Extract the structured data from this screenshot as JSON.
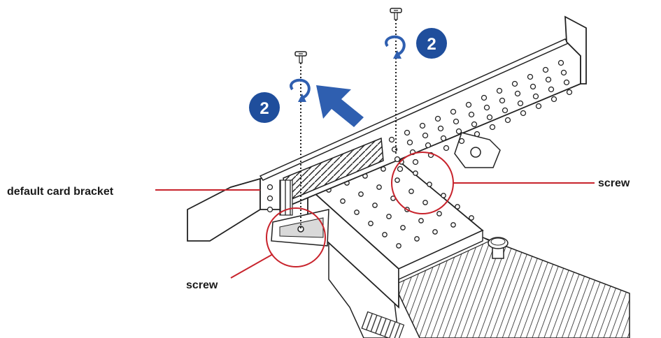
{
  "labels": {
    "default_card_bracket": "default card bracket",
    "screw_right": "screw",
    "screw_bottom": "screw"
  },
  "steps": {
    "left_badge": "2",
    "right_badge": "2"
  },
  "colors": {
    "badge_fill": "#1f4e9c",
    "arrow_fill": "#2f5fb0",
    "callout_red": "#c8232c",
    "line_art": "#222222"
  },
  "icons": {
    "arrow": "lift-arrow-icon",
    "rotate": "rotate-counterclockwise-icon",
    "screw": "screw-icon"
  }
}
